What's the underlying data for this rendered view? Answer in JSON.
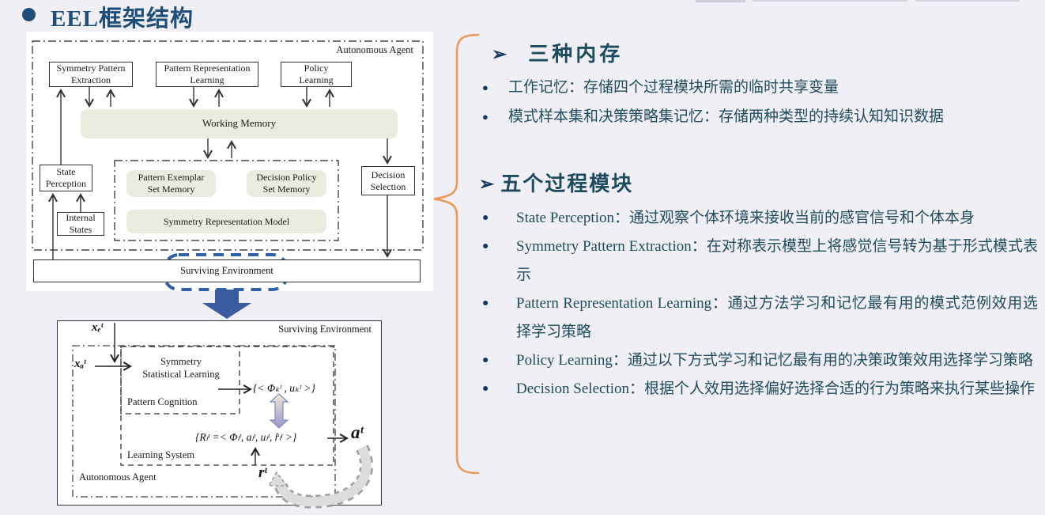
{
  "title": {
    "bullet_glyph": "●",
    "text": "EEL框架结构"
  },
  "colors": {
    "accent_orange": "#EC9857",
    "accent_blue": "#3A5B9E",
    "title_navy": "#1F4E79",
    "panel_text": "#214C5E",
    "memory_fill": "#EBEBDF"
  },
  "diagram1": {
    "agent_label": "Autonomous Agent",
    "symmetry_pattern_extraction": "Symmetry Pattern\nExtraction",
    "pattern_representation_learning": "Pattern Representation\nLearning",
    "policy_learning": "Policy\nLearning",
    "working_memory": "Working Memory",
    "state_perception": "State\nPerception",
    "internal_states": "Internal\nStates",
    "pattern_exemplar_set_memory": "Pattern Exemplar\nSet Memory",
    "decision_policy_set_memory": "Decision Policy\nSet Memory",
    "symmetry_representation_model": "Symmetry Representation Model",
    "decision_selection": "Decision\nSelection",
    "surviving_environment": "Surviving Environment"
  },
  "diagram2": {
    "env_label": "Surviving Environment",
    "agent_label": "Autonomous Agent",
    "symmetry_statistical_learning": "Symmetry\nStatistical Learning",
    "pattern_cognition_label": "Pattern Cognition",
    "learning_system_label": "Learning System",
    "input_env": "xₑᵗ",
    "input_agent": "xₐᵗ",
    "pattern_set_formula": "{< Φₖᵗ , uₖᵗ >}",
    "policy_set_formula": "{Rₗᵗ =< Φₗᵗ, aₗᵗ, uₗᵗ, r̂ₗᵗ >}",
    "action": "aᵗ",
    "reward": "rᵗ"
  },
  "panel": {
    "arrow_glyph": "➢",
    "bullet_glyph": "●",
    "section1": {
      "heading": "三种内存",
      "items": [
        "工作记忆：存储四个过程模块所需的临时共享变量",
        "模式样本集和决策策略集记忆：存储两种类型的持续认知知识数据"
      ]
    },
    "section2": {
      "heading": "五个过程模块",
      "items": [
        "State Perception：通过观察个体环境来接收当前的感官信号和个体本身",
        "Symmetry Pattern Extraction：在对称表示模型上将感觉信号转为基于形式模式表示",
        "Pattern Representation Learning：通过方法学习和记忆最有用的模式范例效用选择学习策略",
        "Policy Learning：通过以下方式学习和记忆最有用的决策政策效用选择学习策略",
        "Decision Selection：根据个人效用选择偏好选择合适的行为策略来执行某些操作"
      ]
    }
  }
}
